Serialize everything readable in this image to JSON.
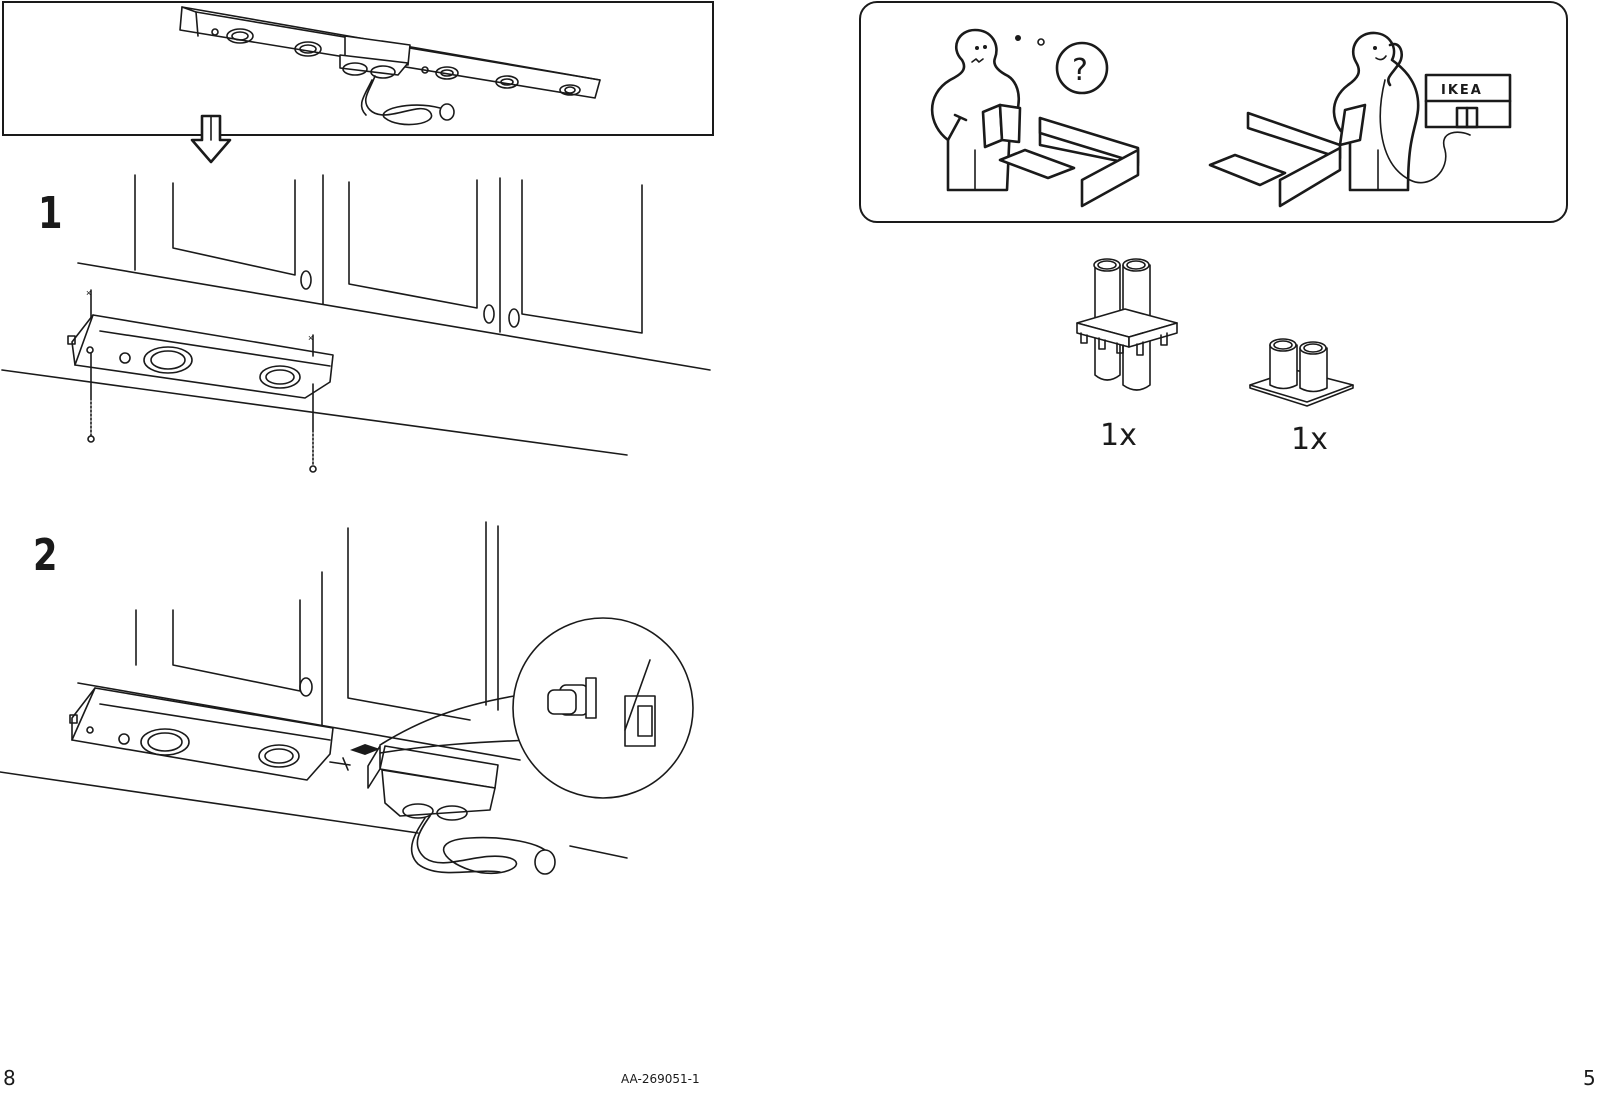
{
  "document": {
    "left_page": {
      "page_number": "8",
      "document_code": "AA-269051-1",
      "overview_panel": {
        "illustration": "light-bar-with-transformer-and-cord",
        "arrow": "hollow-down-arrow"
      },
      "steps": [
        {
          "number": "1",
          "illustration": "mount-light-bar-under-cabinet-with-screws"
        },
        {
          "number": "2",
          "illustration": "connect-transformer-plug-to-light-bar",
          "detail_callout": "magnified-connector-plug"
        }
      ]
    },
    "right_page": {
      "page_number": "5",
      "help_panel": {
        "left_figure": "confused-person-with-manual-and-question-mark",
        "question_symbol": "?",
        "right_figure": "person-calling-store",
        "store_sign": "IKEA"
      },
      "parts": [
        {
          "illustration": "double-connector-with-clip",
          "quantity": "1x"
        },
        {
          "illustration": "double-connector-short-base",
          "quantity": "1x"
        }
      ]
    }
  }
}
